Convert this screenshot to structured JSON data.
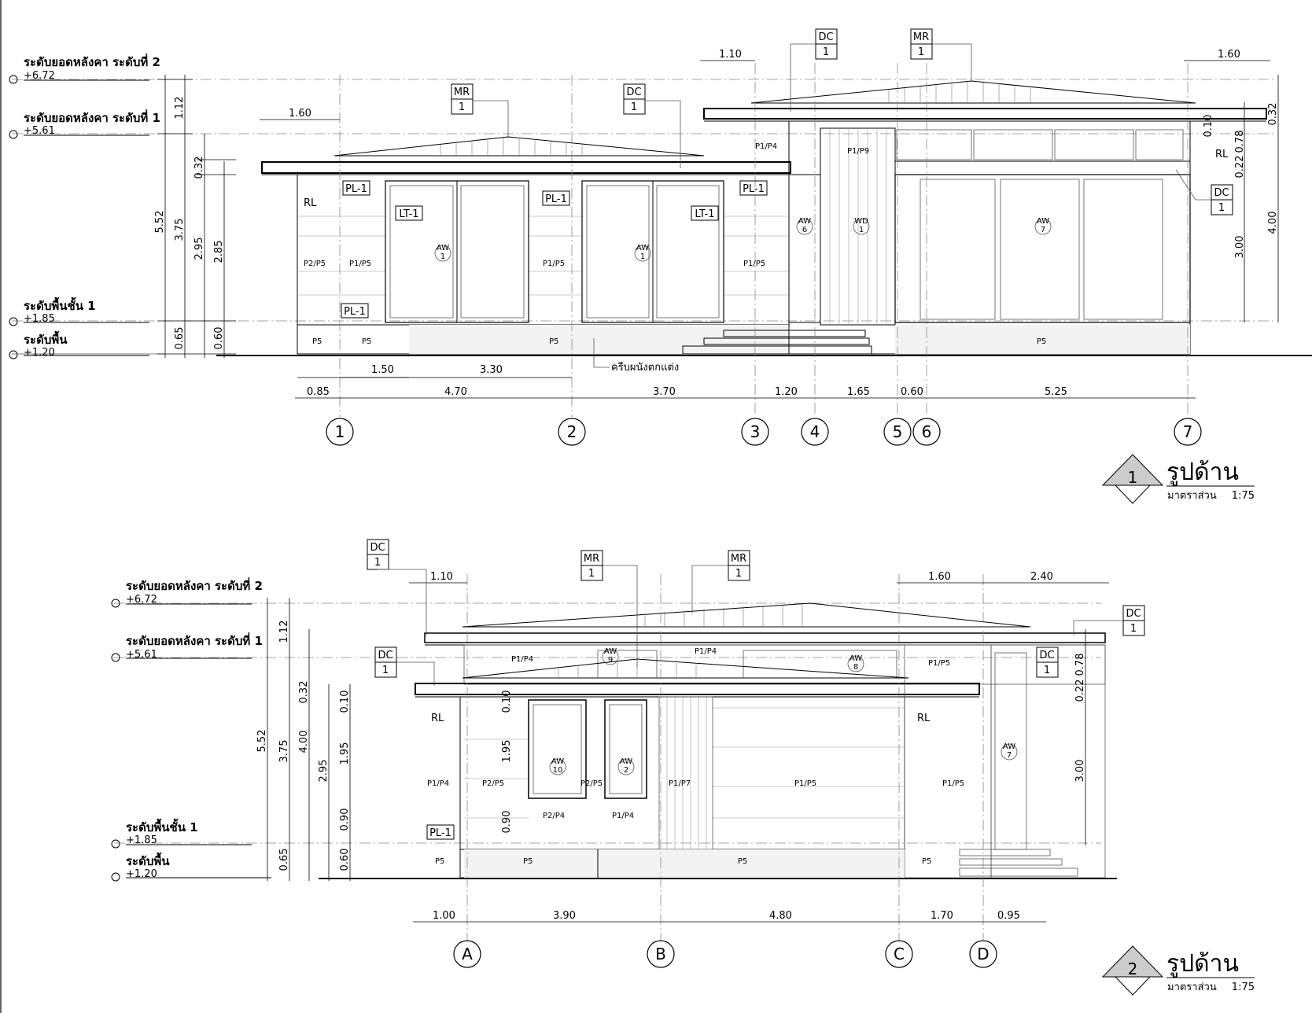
{
  "drawing": {
    "elevations": [
      {
        "levels": [
          {
            "name": "ระดับยอดหลังคา ระดับที่ 2",
            "value": "+6.72"
          },
          {
            "name": "ระดับยอดหลังคา ระดับที่ 1",
            "value": "+5.61"
          },
          {
            "name": "ระดับพื้นชั้น 1",
            "value": "+1.85"
          },
          {
            "name": "ระดับพื้น",
            "value": "+1.20"
          }
        ],
        "grid_labels": [
          "1",
          "2",
          "3",
          "4",
          "5",
          "6",
          "7"
        ],
        "bottom_dims": [
          "0.85",
          "4.70",
          "3.70",
          "1.20",
          "1.65",
          "0.60",
          "5.25"
        ],
        "sub_dims": [
          "1.50",
          "3.30"
        ],
        "top_dims": [
          "1.60",
          "1.10",
          "1.60"
        ],
        "left_dims": [
          "1.12",
          "5.52",
          "3.75",
          "0.32",
          "2.95",
          "2.85",
          "0.65",
          "0.60"
        ],
        "right_dims": [
          "0.32",
          "0.10",
          "0.78",
          "0.22",
          "4.00",
          "3.00"
        ],
        "tags": {
          "mr": [
            "MR",
            "1"
          ],
          "dc": [
            "DC",
            "1"
          ],
          "pl": "PL-1",
          "lt": "LT-1",
          "rl": "RL",
          "aw": "AW",
          "wd": "WD"
        },
        "materials": [
          "P2/P5",
          "P1/P5",
          "P1/P5",
          "P1/P5",
          "P1/P4",
          "P1/P9",
          "P5",
          "P5",
          "P5",
          "P5"
        ],
        "openings": [
          "1",
          "1",
          "6",
          "1",
          "7"
        ],
        "note": "ครีบผนังตกแต่ง",
        "title": "รูปด้าน",
        "number": "1",
        "scale_label": "มาตราส่วน",
        "scale_value": "1:75"
      },
      {
        "levels": [
          {
            "name": "ระดับยอดหลังคา ระดับที่ 2",
            "value": "+6.72"
          },
          {
            "name": "ระดับยอดหลังคา ระดับที่ 1",
            "value": "+5.61"
          },
          {
            "name": "ระดับพื้นชั้น 1",
            "value": "+1.85"
          },
          {
            "name": "ระดับพื้น",
            "value": "+1.20"
          }
        ],
        "grid_labels": [
          "A",
          "B",
          "C",
          "D"
        ],
        "bottom_dims": [
          "1.00",
          "3.90",
          "4.80",
          "1.70",
          "0.95"
        ],
        "top_dims": [
          "1.10",
          "1.60",
          "2.40"
        ],
        "left_dims": [
          "1.12",
          "5.52",
          "3.75",
          "0.32",
          "4.00",
          "2.95",
          "0.65",
          "0.60"
        ],
        "inner_dims": [
          "0.10",
          "1.95",
          "0.90",
          "1.95",
          "0.90",
          "0.10"
        ],
        "right_dims": [
          "0.78",
          "0.22",
          "3.00"
        ],
        "materials": [
          "P1/P4",
          "P1/P4",
          "P1/P5",
          "P1/P4",
          "P2/P5",
          "P2/P5",
          "P1/P7",
          "P1/P5",
          "P1/P5",
          "P2/P4",
          "P1/P4",
          "P5",
          "P5",
          "P5",
          "P5"
        ],
        "openings": [
          "9",
          "8",
          "10",
          "2",
          "7"
        ],
        "title": "รูปด้าน",
        "number": "2",
        "scale_label": "มาตราส่วน",
        "scale_value": "1:75"
      }
    ]
  }
}
